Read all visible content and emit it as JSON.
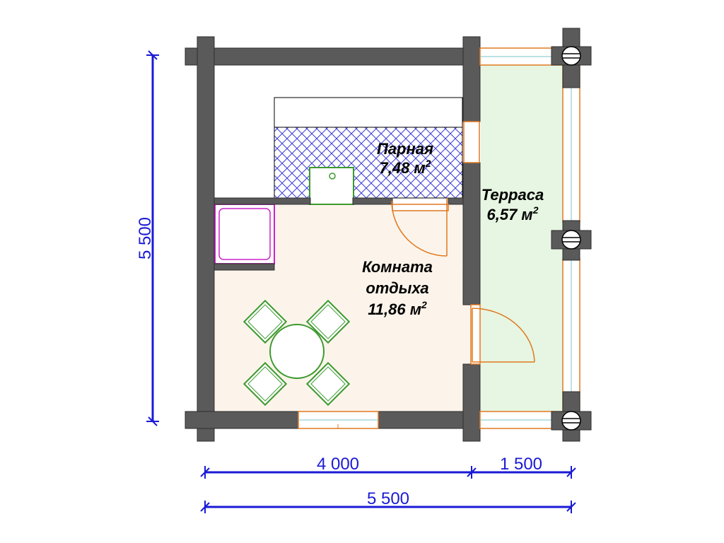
{
  "rooms": {
    "steam": {
      "name": "Парная",
      "area": "7,48 м",
      "sup": "2"
    },
    "rest": {
      "name_line1": "Комната",
      "name_line2": "отдыха",
      "area": "11,86 м",
      "sup": "2"
    },
    "terrace": {
      "name": "Терраса",
      "area": "6,57 м",
      "sup": "2"
    }
  },
  "dimensions": {
    "height": "5 500",
    "width_room": "4 000",
    "width_terrace": "1 500",
    "width_total": "5 500"
  },
  "colors": {
    "wall": "#5a5a5a",
    "rest_floor": "#fcf4ea",
    "terrace_floor": "#e6f6e2",
    "dimension": "#1a1ad6",
    "door": "#e07820",
    "furniture": "#3c9a2e",
    "bath": "#cc22cc",
    "tile_hatch": "#3b3bd8"
  }
}
